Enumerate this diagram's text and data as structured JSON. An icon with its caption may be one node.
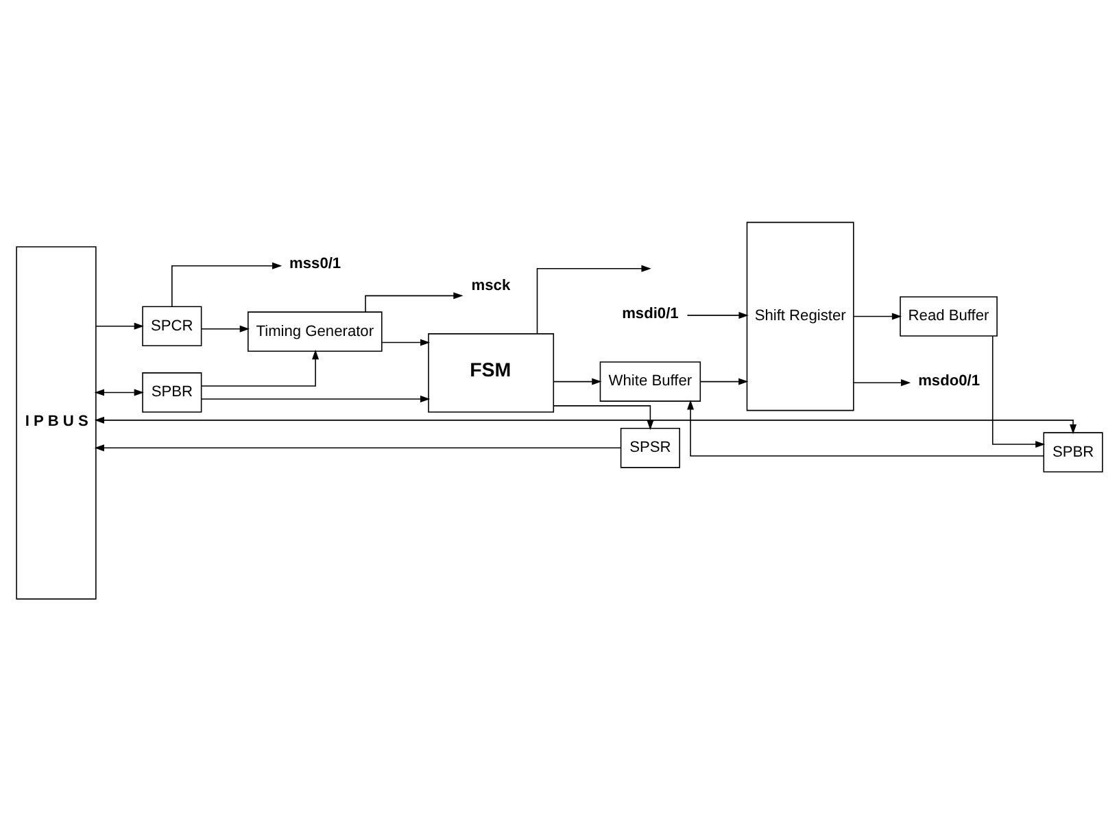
{
  "diagram": {
    "nodes": [
      {
        "text": [
          "I P B U S"
        ]
      },
      {
        "text": [
          "SPCR"
        ]
      },
      {
        "text": [
          "Timing Generator"
        ]
      },
      {
        "text": [
          "msck"
        ]
      },
      {
        "text": [
          "mss0/1"
        ]
      },
      {
        "text": [
          "SPBR"
        ]
      },
      {
        "text": [
          "SPSR"
        ]
      },
      {
        "text": [
          "FSM"
        ]
      },
      {
        "text": [
          "msdi0/1"
        ]
      },
      {
        "text": [
          "Shift Register"
        ]
      },
      {
        "text": [
          "SPBR"
        ]
      },
      {
        "text": [
          "White Buffer"
        ]
      },
      {
        "text": [
          "Read Buffer"
        ]
      },
      {
        "text": [
          "msdo0/1"
        ]
      }
    ],
    "edges": [
      {
        "from": 0,
        "to": 1,
        "arrow": "to"
      },
      {
        "from": 1,
        "to": 2,
        "arrow": "to"
      },
      {
        "from": 1,
        "to": 4,
        "arrow": "to"
      },
      {
        "from": 2,
        "to": 3,
        "arrow": "to"
      },
      {
        "from": 0,
        "to": 5,
        "arrow": "both"
      },
      {
        "from": 5,
        "to": 7,
        "arrow": "to"
      },
      {
        "from": 5,
        "to": 2,
        "arrow": "to"
      },
      {
        "from": 7,
        "to": 6,
        "arrow": "to"
      },
      {
        "from": 6,
        "to": 0,
        "arrow": "to"
      },
      {
        "from": 2,
        "to": 7,
        "arrow": "to"
      },
      {
        "from": 7,
        "to": null,
        "arrow": "to"
      },
      {
        "from": 8,
        "to": 9,
        "arrow": "to"
      },
      {
        "from": 7,
        "to": 11,
        "arrow": "to"
      },
      {
        "from": 0,
        "to": 10,
        "arrow": "both"
      },
      {
        "from": 10,
        "to": 11,
        "arrow": "to"
      },
      {
        "from": 11,
        "to": 9,
        "arrow": "to"
      },
      {
        "from": 9,
        "to": 12,
        "arrow": "to"
      },
      {
        "from": 12,
        "to": 10,
        "arrow": "to"
      },
      {
        "from": 9,
        "to": 13,
        "arrow": "to"
      }
    ]
  }
}
